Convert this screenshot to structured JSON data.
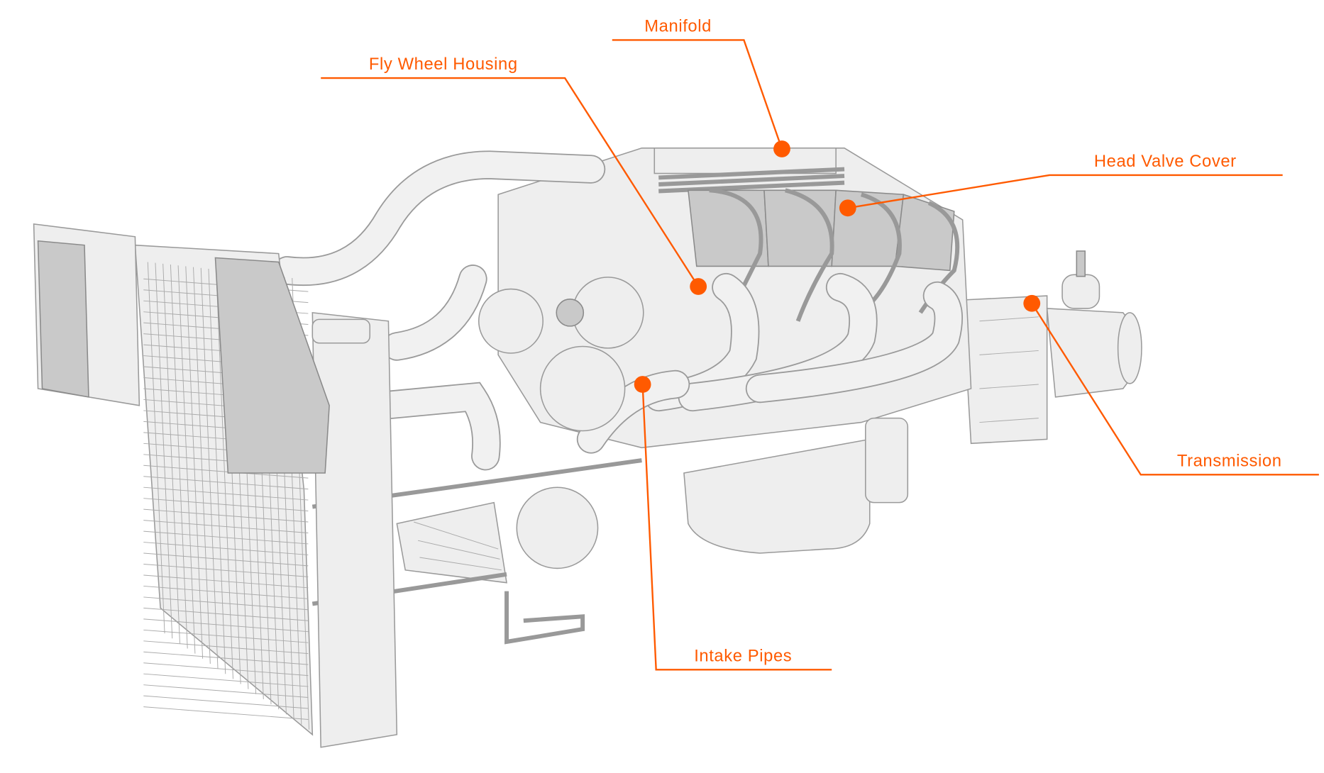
{
  "diagram": {
    "accent_color": "#ff5a00",
    "callouts": [
      {
        "id": "manifold",
        "label": "Manifold"
      },
      {
        "id": "fly-wheel-housing",
        "label": "Fly Wheel Housing"
      },
      {
        "id": "head-valve-cover",
        "label": "Head Valve Cover"
      },
      {
        "id": "transmission",
        "label": "Transmission"
      },
      {
        "id": "intake-pipes",
        "label": "Intake Pipes"
      }
    ]
  }
}
